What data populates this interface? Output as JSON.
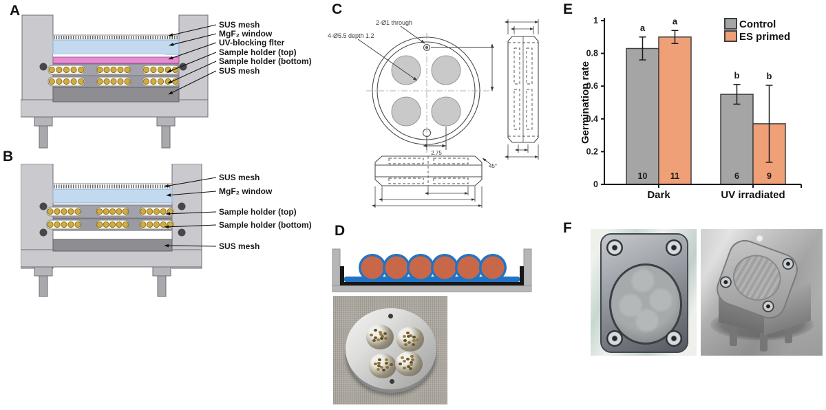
{
  "figure_title": "Seed irradiation apparatus figure",
  "palette": {
    "mgf2_window_blue": "#c3daee",
    "uv_filter_pink": "#e98bd4",
    "seed_gold": "#d1ab43",
    "metal_gray": "#c9c9ce",
    "dark_mesh_gray": "#8e8e92",
    "control_bar": "#a5a5a5",
    "es_primed_bar": "#f0a077"
  },
  "panel_a": {
    "letter": "A",
    "layer_labels": [
      "SUS mesh",
      "MgF₂ window",
      "UV-blocking flter",
      "Sample holder (top)",
      "Sample holder (bottom)",
      "SUS mesh"
    ]
  },
  "panel_b": {
    "letter": "B",
    "layer_labels": [
      "SUS mesh",
      "MgF₂ window",
      "Sample holder (top)",
      "Sample holder (bottom)",
      "SUS mesh"
    ]
  },
  "panel_c": {
    "letter": "C",
    "dim_holes": "2-Ø1 through",
    "dim_wells": "4-Ø5.5 depth 1.2",
    "dim_spacing": "2.75",
    "dim_chamfer": "45°"
  },
  "panel_d": {
    "letter": "D"
  },
  "panel_e": {
    "letter": "E"
  },
  "panel_f": {
    "letter": "F"
  },
  "chart_data": {
    "type": "bar",
    "title": "",
    "xlabel": "",
    "ylabel": "Germination rate",
    "categories": [
      "Dark",
      "UV irradiated"
    ],
    "series": [
      {
        "name": "Control",
        "color": "#a5a5a5",
        "values": [
          0.83,
          0.55
        ],
        "errors": [
          0.07,
          0.06
        ],
        "sig_letters": [
          "a",
          "b"
        ],
        "n_counts": [
          10,
          6
        ]
      },
      {
        "name": "ES primed",
        "color": "#f0a077",
        "values": [
          0.9,
          0.37
        ],
        "errors": [
          0.04,
          0.235
        ],
        "sig_letters": [
          "a",
          "b"
        ],
        "n_counts": [
          11,
          9
        ]
      }
    ],
    "ylim": [
      0,
      1
    ],
    "yticks": [
      "0",
      "0.2",
      "0.4",
      "0.6",
      "0.8",
      "1"
    ],
    "grid": false,
    "legend_position": "top-right"
  }
}
